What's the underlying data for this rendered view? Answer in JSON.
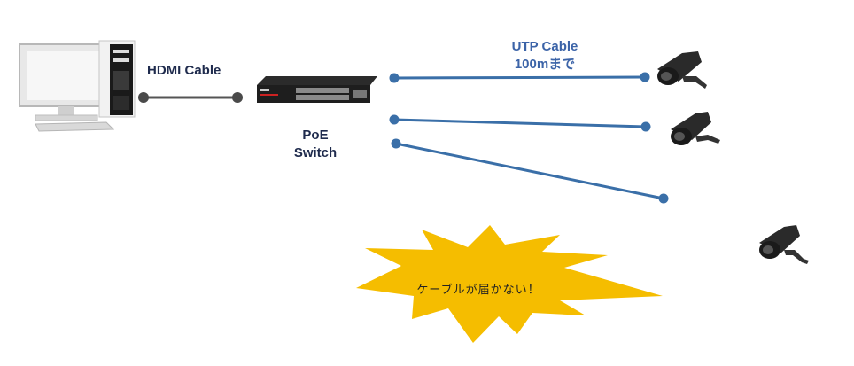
{
  "labels": {
    "hdmi_cable": "HDMI Cable",
    "poe_line1": "PoE",
    "poe_line2": "Switch",
    "utp_line1": "UTP Cable",
    "utp_line2": "100mまで",
    "warning": "ケーブルが届かない！"
  },
  "colors": {
    "cable_gray": "#555555",
    "utp_blue": "#3a6fa8",
    "burst_yellow": "#f5bd00",
    "label_navy": "#1f2b4d"
  },
  "icons": [
    "computer-icon",
    "poe-switch-icon",
    "camera-icon"
  ]
}
